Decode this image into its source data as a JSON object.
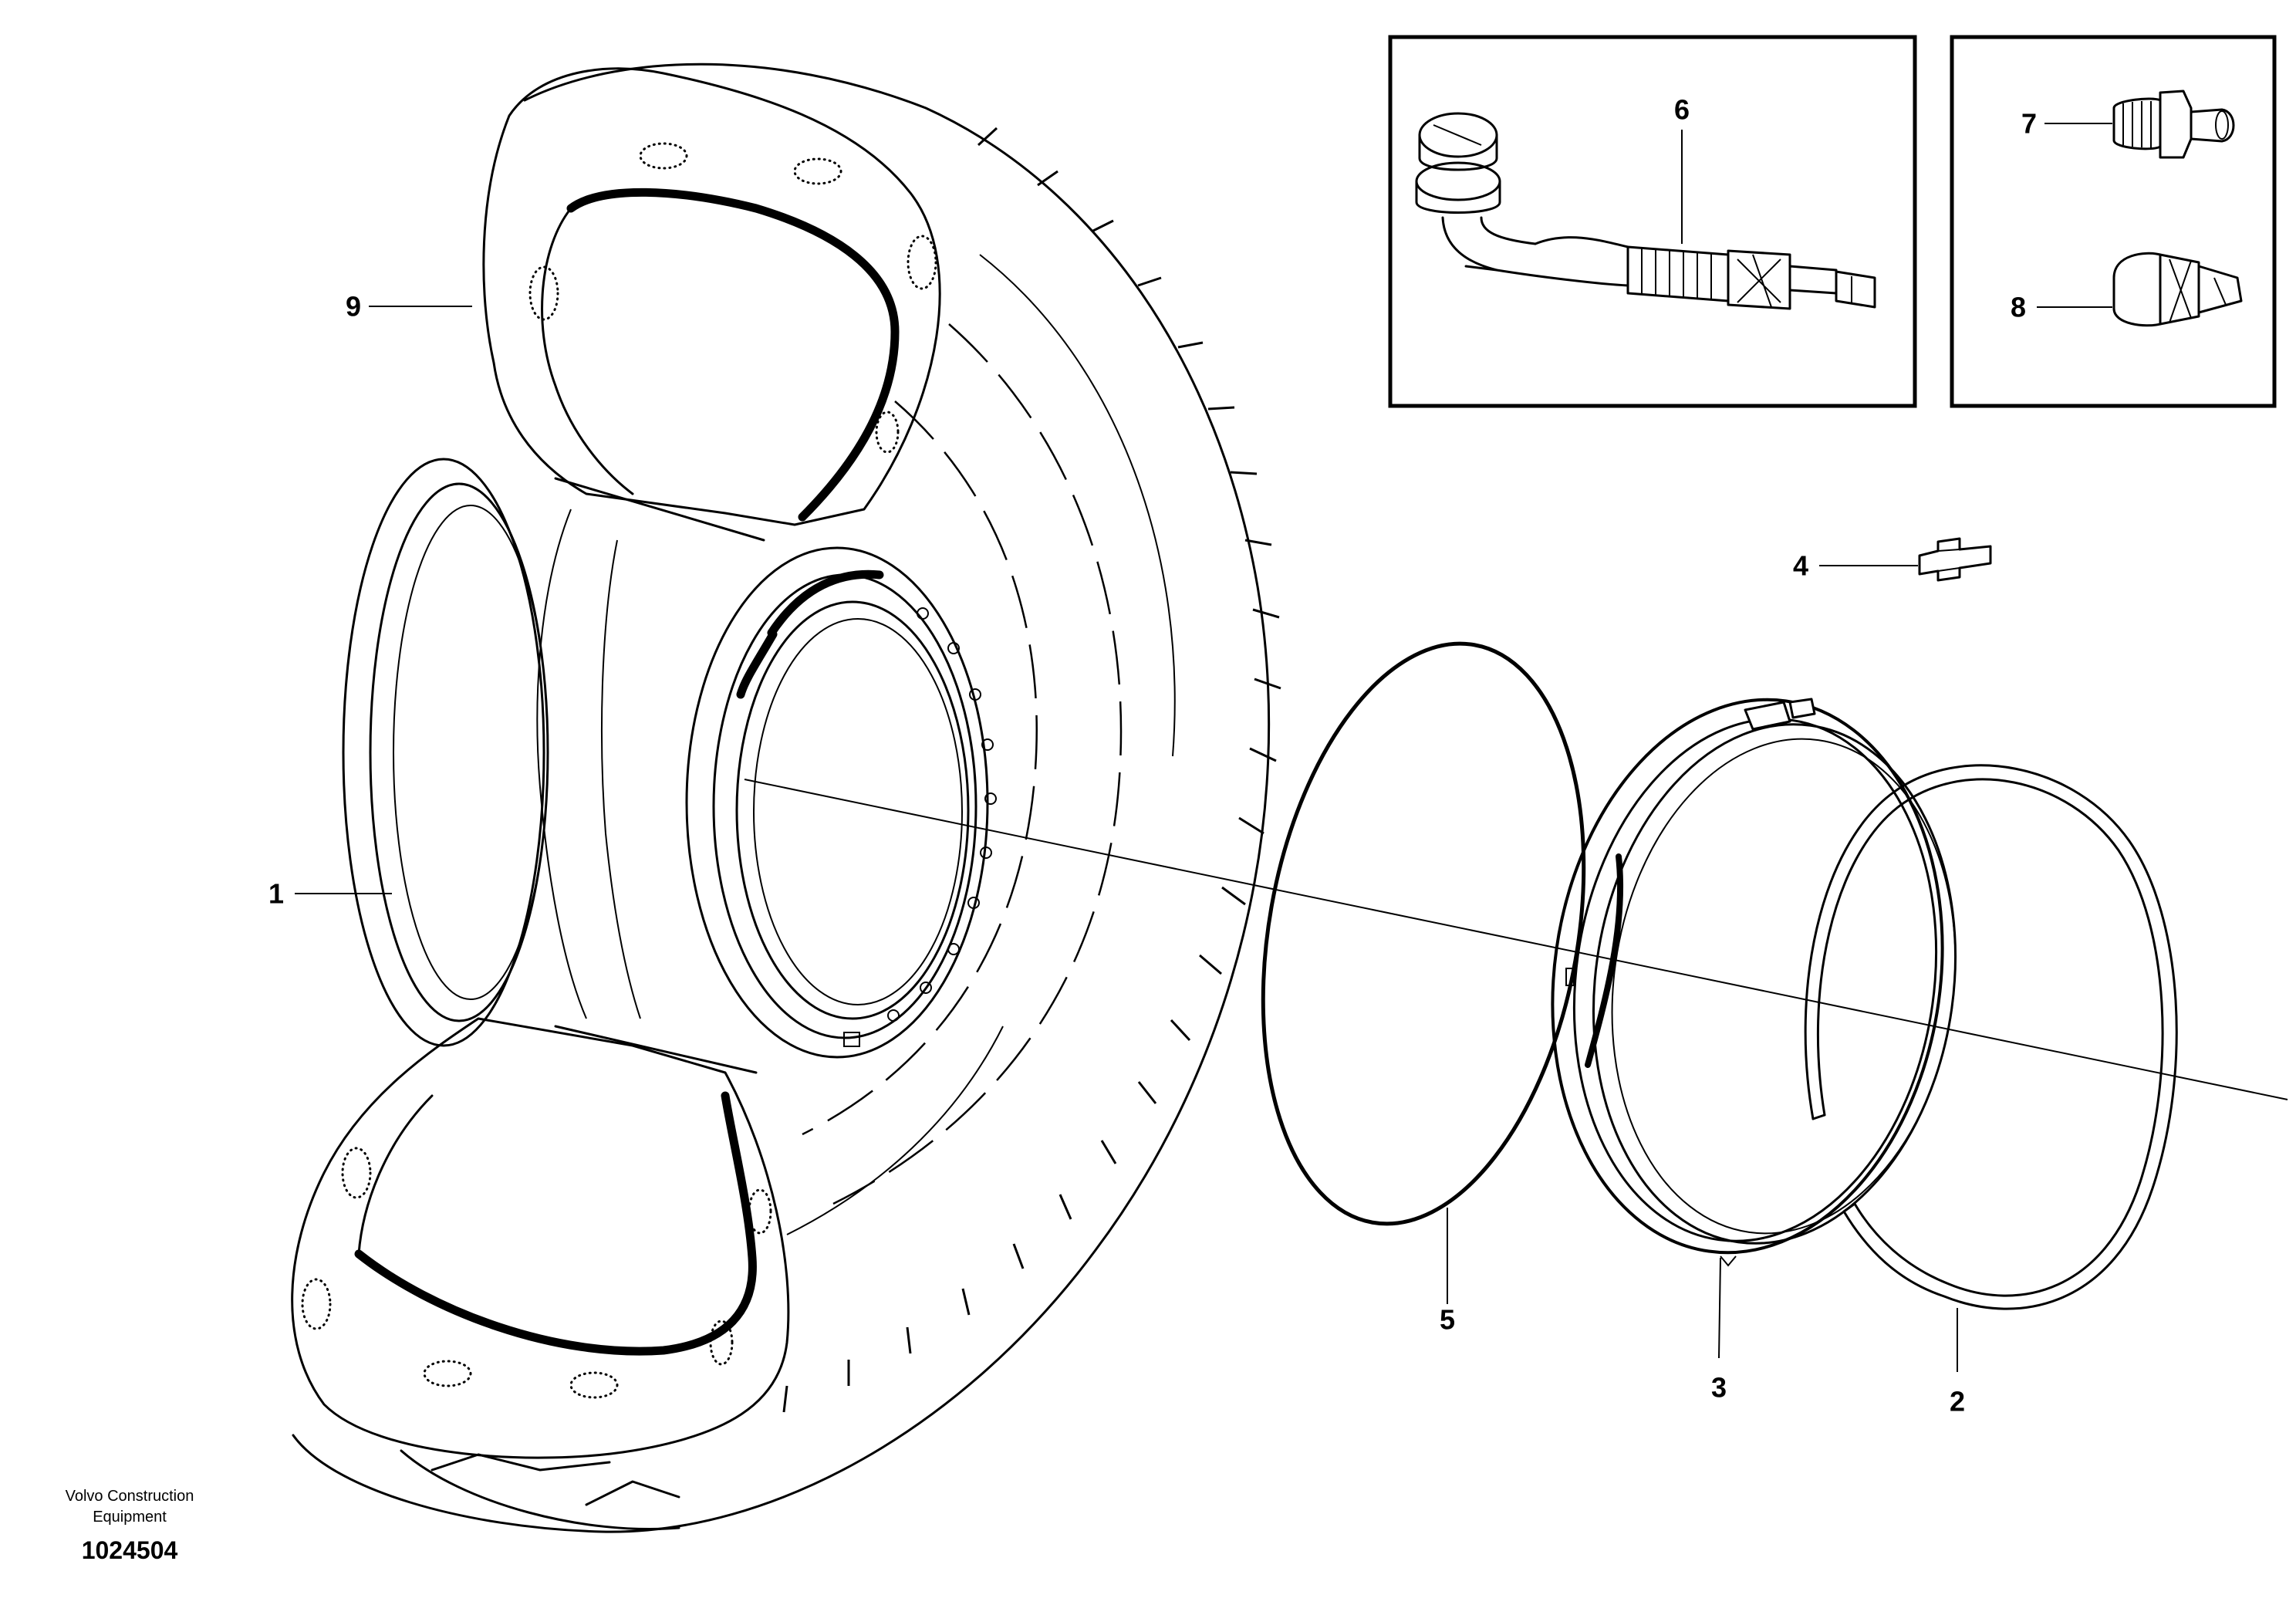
{
  "callouts": {
    "c1": "1",
    "c2": "2",
    "c3": "3",
    "c4": "4",
    "c5": "5",
    "c6": "6",
    "c7": "7",
    "c8": "8",
    "c9": "9"
  },
  "footer": {
    "brand_line1": "Volvo Construction",
    "brand_line2": "Equipment",
    "drawing_number": "1024504"
  }
}
